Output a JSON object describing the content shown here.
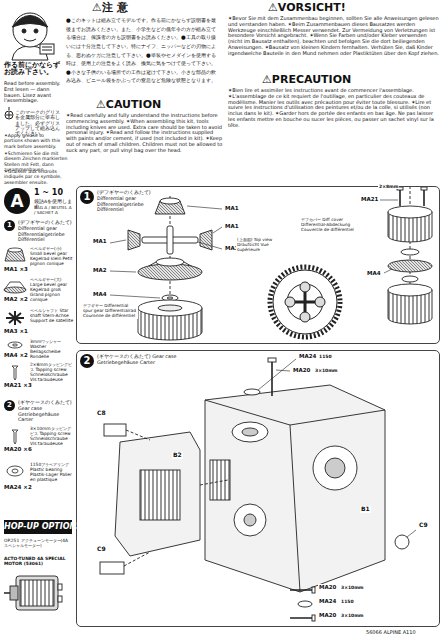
{
  "diagram": {
    "nodes": [
      {
        "text": [
          "A"
        ]
      },
      {
        "text": [
          "1",
          "(デフギヤーのくみたて) Differential gear Differentialgetriebe Différentiel"
        ]
      },
      {
        "text": [
          "1",
          "(デフギヤーのくみたて) Differential gear Differentialgetriebe Différentiel"
        ]
      },
      {
        "text": [
          "2",
          "(ギヤケースのくみたて) Gear case Getriebegehäuse Carter"
        ]
      },
      {
        "text": [
          "2",
          "(ギヤケースのくみたて) Gear case Getriebegehäuse Carter"
        ]
      },
      {
        "text": [
          "HOP-UP OPTIONS"
        ]
      }
    ],
    "labels": [
      "作る前にかならずお読み下さい。",
      "Read before assembly. Erst lesen — dann bauen. Lisez avant l'assemblage.",
      "⚠注 意",
      "●このキットは組み立てモデルです。作る前にかならず説明書を最後までお読みください。また、小学生などの低年令の方が組み立てる場合は、保護者の方も説明書をお読みください。●工具の取り扱いには十分注意して下さい。特にナイフ、ニッパーなどの刃物による、思わぬケガに注意して下さい。●塗装やセメダインを使用する時は、使用上の注意をよく読み、換気に気をつけて使って下さい。●小さな子供のいる場所での工作は避けて下さい。小さな部品の飲み込み、ビニール袋をかぶっての窒息など危険な状態となります。",
      "⚠CAUTION",
      "✶Read carefully and fully understand the instructions before commencing assembly. ✶When assembling this kit, tools including knives are used. Extra care should be taken to avoid personal injury. ✶Read and follow the instructions supplied with paints and/or cement, if used (not included in kit). ✶Keep out of reach of small children. Children must not be allowed to suck any part, or pull vinyl bag over the head.",
      "⚠VORSICHT!",
      "✶Bevor Sie mit dem Zusammenbau beginnen, sollten Sie alle Anweisungen gelesen und verstanden haben. ✶Beim Zusammenbauen dieses Bausatzes werden Werkzeuge einschließlich Messer verwendet. Zur Vermeidung von Verletzungen ist besondere Vorsicht angebracht. ✶Wenn Sie Farben und/oder Kleber verwenden (nicht im Bausatz enthalten), beachten und befolgen Sie die dort beiliegenden Anweisungen. ✶Bausatz von kleinen Kindern fernhalten. Verhüten Sie, daß Kinder irgendwelche Bauteile in den Mund nehmen oder Plastiktüten über den Kopf ziehen.",
      "⚠PRECAUTION",
      "✶Bien lire et assimiler les instructions avant de commencer l'assemblage. ✶L'assemblage de ce kit requiert de l'outillage, en particulier des couteaux de modélisme. Manier les outils avec précaution pour éviter toute blessure. ✶Lire et suivre les instructions d'utilisation des peintures et/ou de la colle, si utilisés (non inclus dans le kit). ✶Garder hors de portée des enfants en bas âge. Ne pas laisser les enfants mettre en bouche ou sucer les pièces, ou passer un sachet vinyl sur la tête.",
      "このマークのグリスを金属部分に塗布しました。必ずグリスアップして組み込んでください。",
      "✶Apply grease to portions shown with this mark before assembly.",
      "✶Schmieren Sie die mit diesem Zeichen markierten Stellen mit Fett, dann zusammenbauen.",
      "✶Graisser aux endroits indiqués par ce symbole, assembler ensuite.",
      "1 ~ 10",
      "袋詰Aを使用します",
      "BAG A / BEUTEL A / SACHET A",
      "ベベルギヤー(小) Small bevel gear Kegelrad klein Petit pignon conique",
      "MA1 ×3",
      "ベベルギヤー(大) Large bevel gear Kegelrad groß Grand pignon conique",
      "MA2 ×2",
      "ベベルシャフト Star shaft Stern-Achse Support de satellite",
      "MA3 ×1",
      "3mmワッシャー Washer Beilagscheibe Rondelle",
      "MA4 ×2",
      "2×8mmタッピングビス Tapping screw Schneidschraube Vis taraudeuse",
      "MA21 ×3",
      "3×10mmタッピングビス Tapping screw Schneidschraube Vis taraudeuse",
      "MA20 ×6",
      "1150プラベアリング Plastic bearing Plastik-Lager Palier en plastique",
      "MA24 ×2",
      "OP.251 アクチューンモーター(4Aスペシャルモーター)",
      "ACTO-TUNED 4A SPECIAL MOTOR (53061)",
      "MA1",
      "MA1",
      "MA1",
      "MA3",
      "MA2",
      "MA4",
      "デフギヤー Differential spur gear Differentialrad Couronne de différentiel",
      "MA21",
      "2×8mm",
      "デフカバー Diff cover Differential-Abdeckung Couvercle de différentiel",
      "(上面図) Top view Draufsicht Vue supérieure",
      "MA4",
      "MA24",
      "1150",
      "MA20",
      "3×10mm",
      "C8",
      "B2",
      "B1",
      "C9",
      "C9",
      "MA20",
      "3×10mm",
      "MA24",
      "1150",
      "MA20",
      "3×10mm",
      "56066 ALPINE A110"
    ]
  }
}
